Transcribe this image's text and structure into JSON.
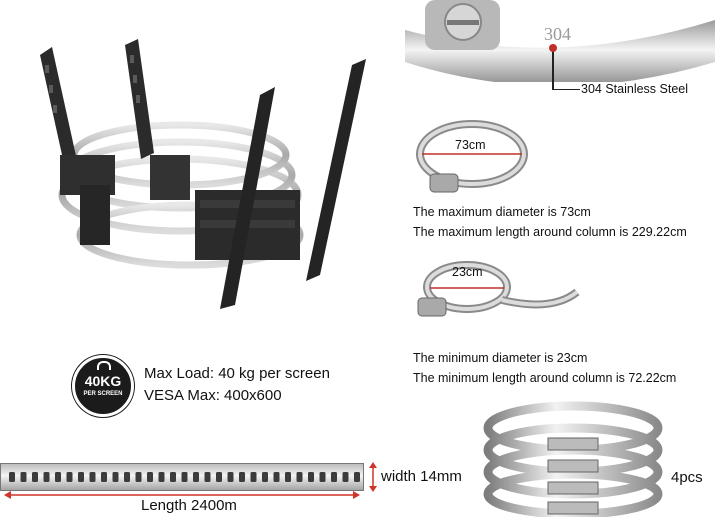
{
  "clamp_closeup": {
    "stamp": "304",
    "label": "304 Stainless Steel"
  },
  "max_clamp": {
    "diameter_label": "73cm",
    "line1": "The maximum diameter is 73cm",
    "line2": "The maximum length around column is 229.22cm"
  },
  "min_clamp": {
    "diameter_label": "23cm",
    "line1": "The minimum diameter is 23cm",
    "line2": "The minimum length around column is 72.22cm"
  },
  "load_badge": {
    "big": "40KG",
    "small": "PER SCREEN"
  },
  "specs": {
    "max_load": "Max Load: 40 kg per screen",
    "vesa_max": "VESA Max: 400x600"
  },
  "strap": {
    "width_label": "width 14mm",
    "length_label": "Length 2400m"
  },
  "pack": {
    "quantity": "4pcs"
  },
  "colors": {
    "steel": "#c9c9c9",
    "dark_steel": "#8a8a8a",
    "mount_black": "#2b2b2b",
    "arrow_red": "#d0342c"
  }
}
